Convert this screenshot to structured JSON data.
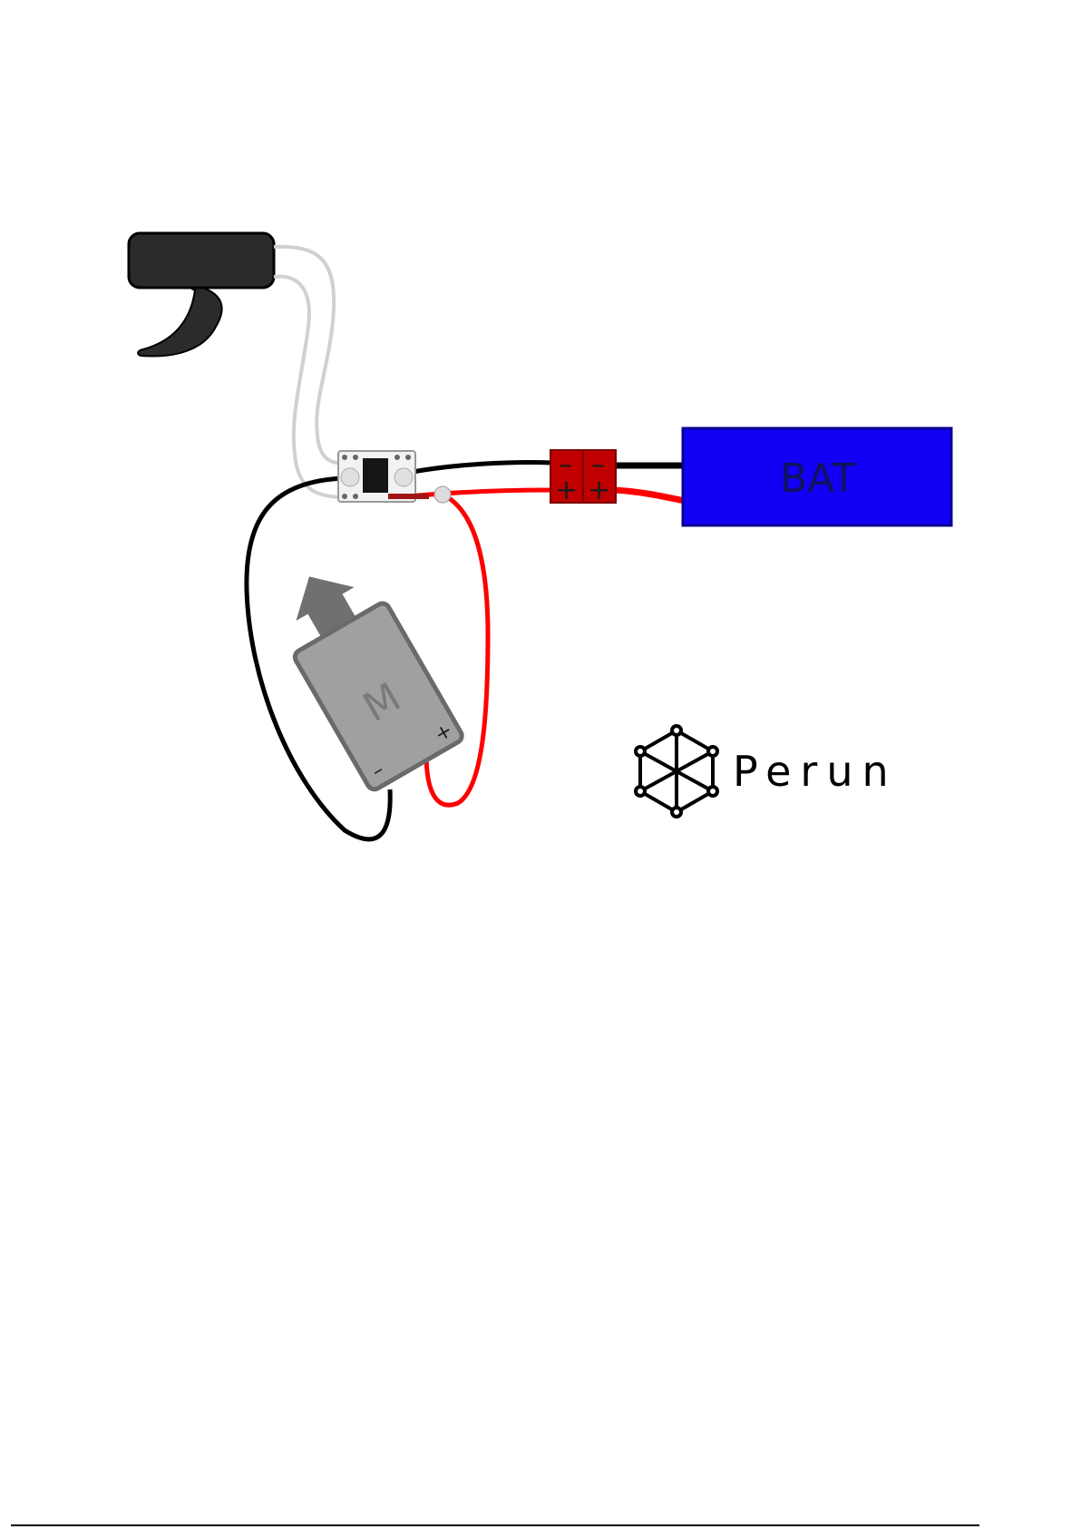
{
  "battery": {
    "label": "BAT",
    "color": "#1200f5"
  },
  "motor": {
    "label": "M",
    "minus": "–",
    "plus": "+"
  },
  "connector": {
    "left_minus": "–",
    "left_plus": "+",
    "right_minus": "–",
    "right_plus": "+",
    "color": "#c00000"
  },
  "logo": {
    "text": "Perun"
  },
  "wires": {
    "positive": "#ff0000",
    "negative": "#000000",
    "signal": "#d0d0d0"
  }
}
